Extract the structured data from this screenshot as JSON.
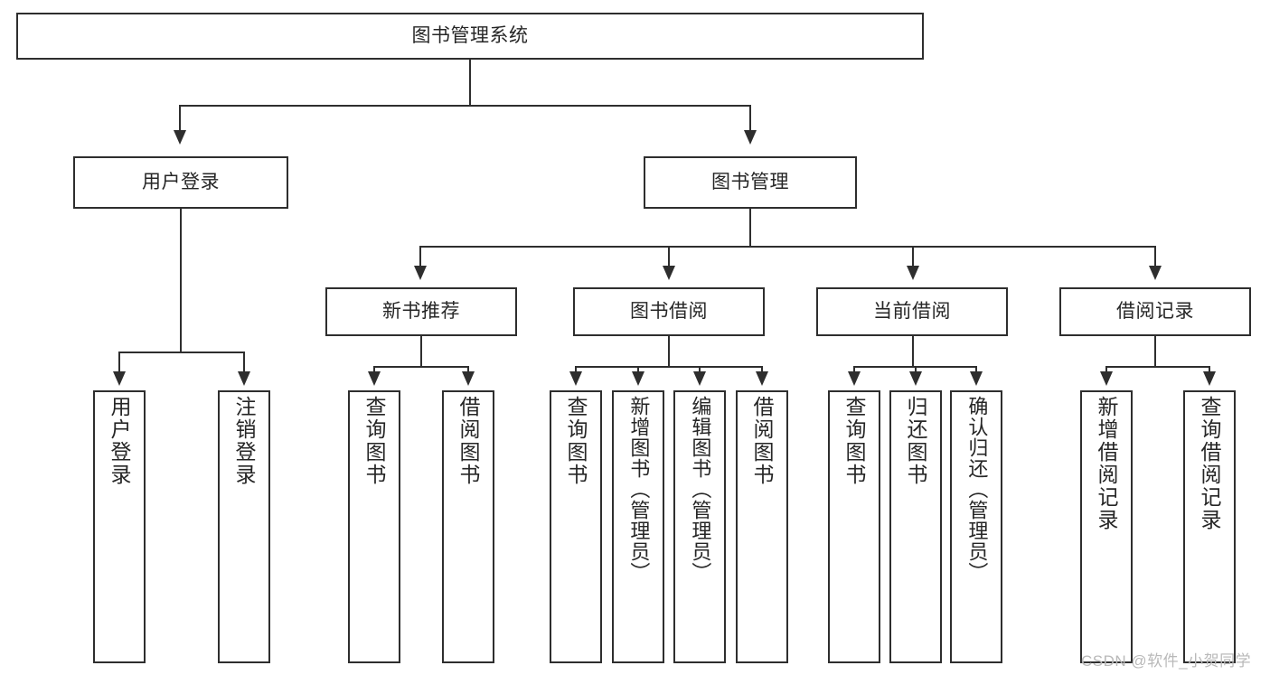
{
  "diagram": {
    "title": "图书管理系统",
    "type": "hierarchy-tree",
    "root": {
      "label": "图书管理系统"
    },
    "level2": [
      {
        "label": "用户登录"
      },
      {
        "label": "图书管理"
      }
    ],
    "level3": [
      {
        "label": "新书推荐"
      },
      {
        "label": "图书借阅"
      },
      {
        "label": "当前借阅"
      },
      {
        "label": "借阅记录"
      }
    ],
    "leaves": {
      "user_login": [
        {
          "label": "用户登录"
        },
        {
          "label": "注销登录"
        }
      ],
      "new_book_recommend": [
        {
          "label": "查询图书"
        },
        {
          "label": "借阅图书"
        }
      ],
      "book_borrow": [
        {
          "label": "查询图书"
        },
        {
          "label": "新增图书（管理员）"
        },
        {
          "label": "编辑图书（管理员）"
        },
        {
          "label": "借阅图书"
        }
      ],
      "current_borrow": [
        {
          "label": "查询图书"
        },
        {
          "label": "归还图书"
        },
        {
          "label": "确认归还（管理员）"
        }
      ],
      "borrow_record": [
        {
          "label": "新增借阅记录"
        },
        {
          "label": "查询借阅记录"
        }
      ]
    }
  },
  "watermark": {
    "text": "CSDN @软件_小贺同学"
  },
  "colors": {
    "stroke": "#2e2e2e",
    "text": "#262626",
    "background": "#ffffff",
    "watermark": "#b9b9b9"
  }
}
